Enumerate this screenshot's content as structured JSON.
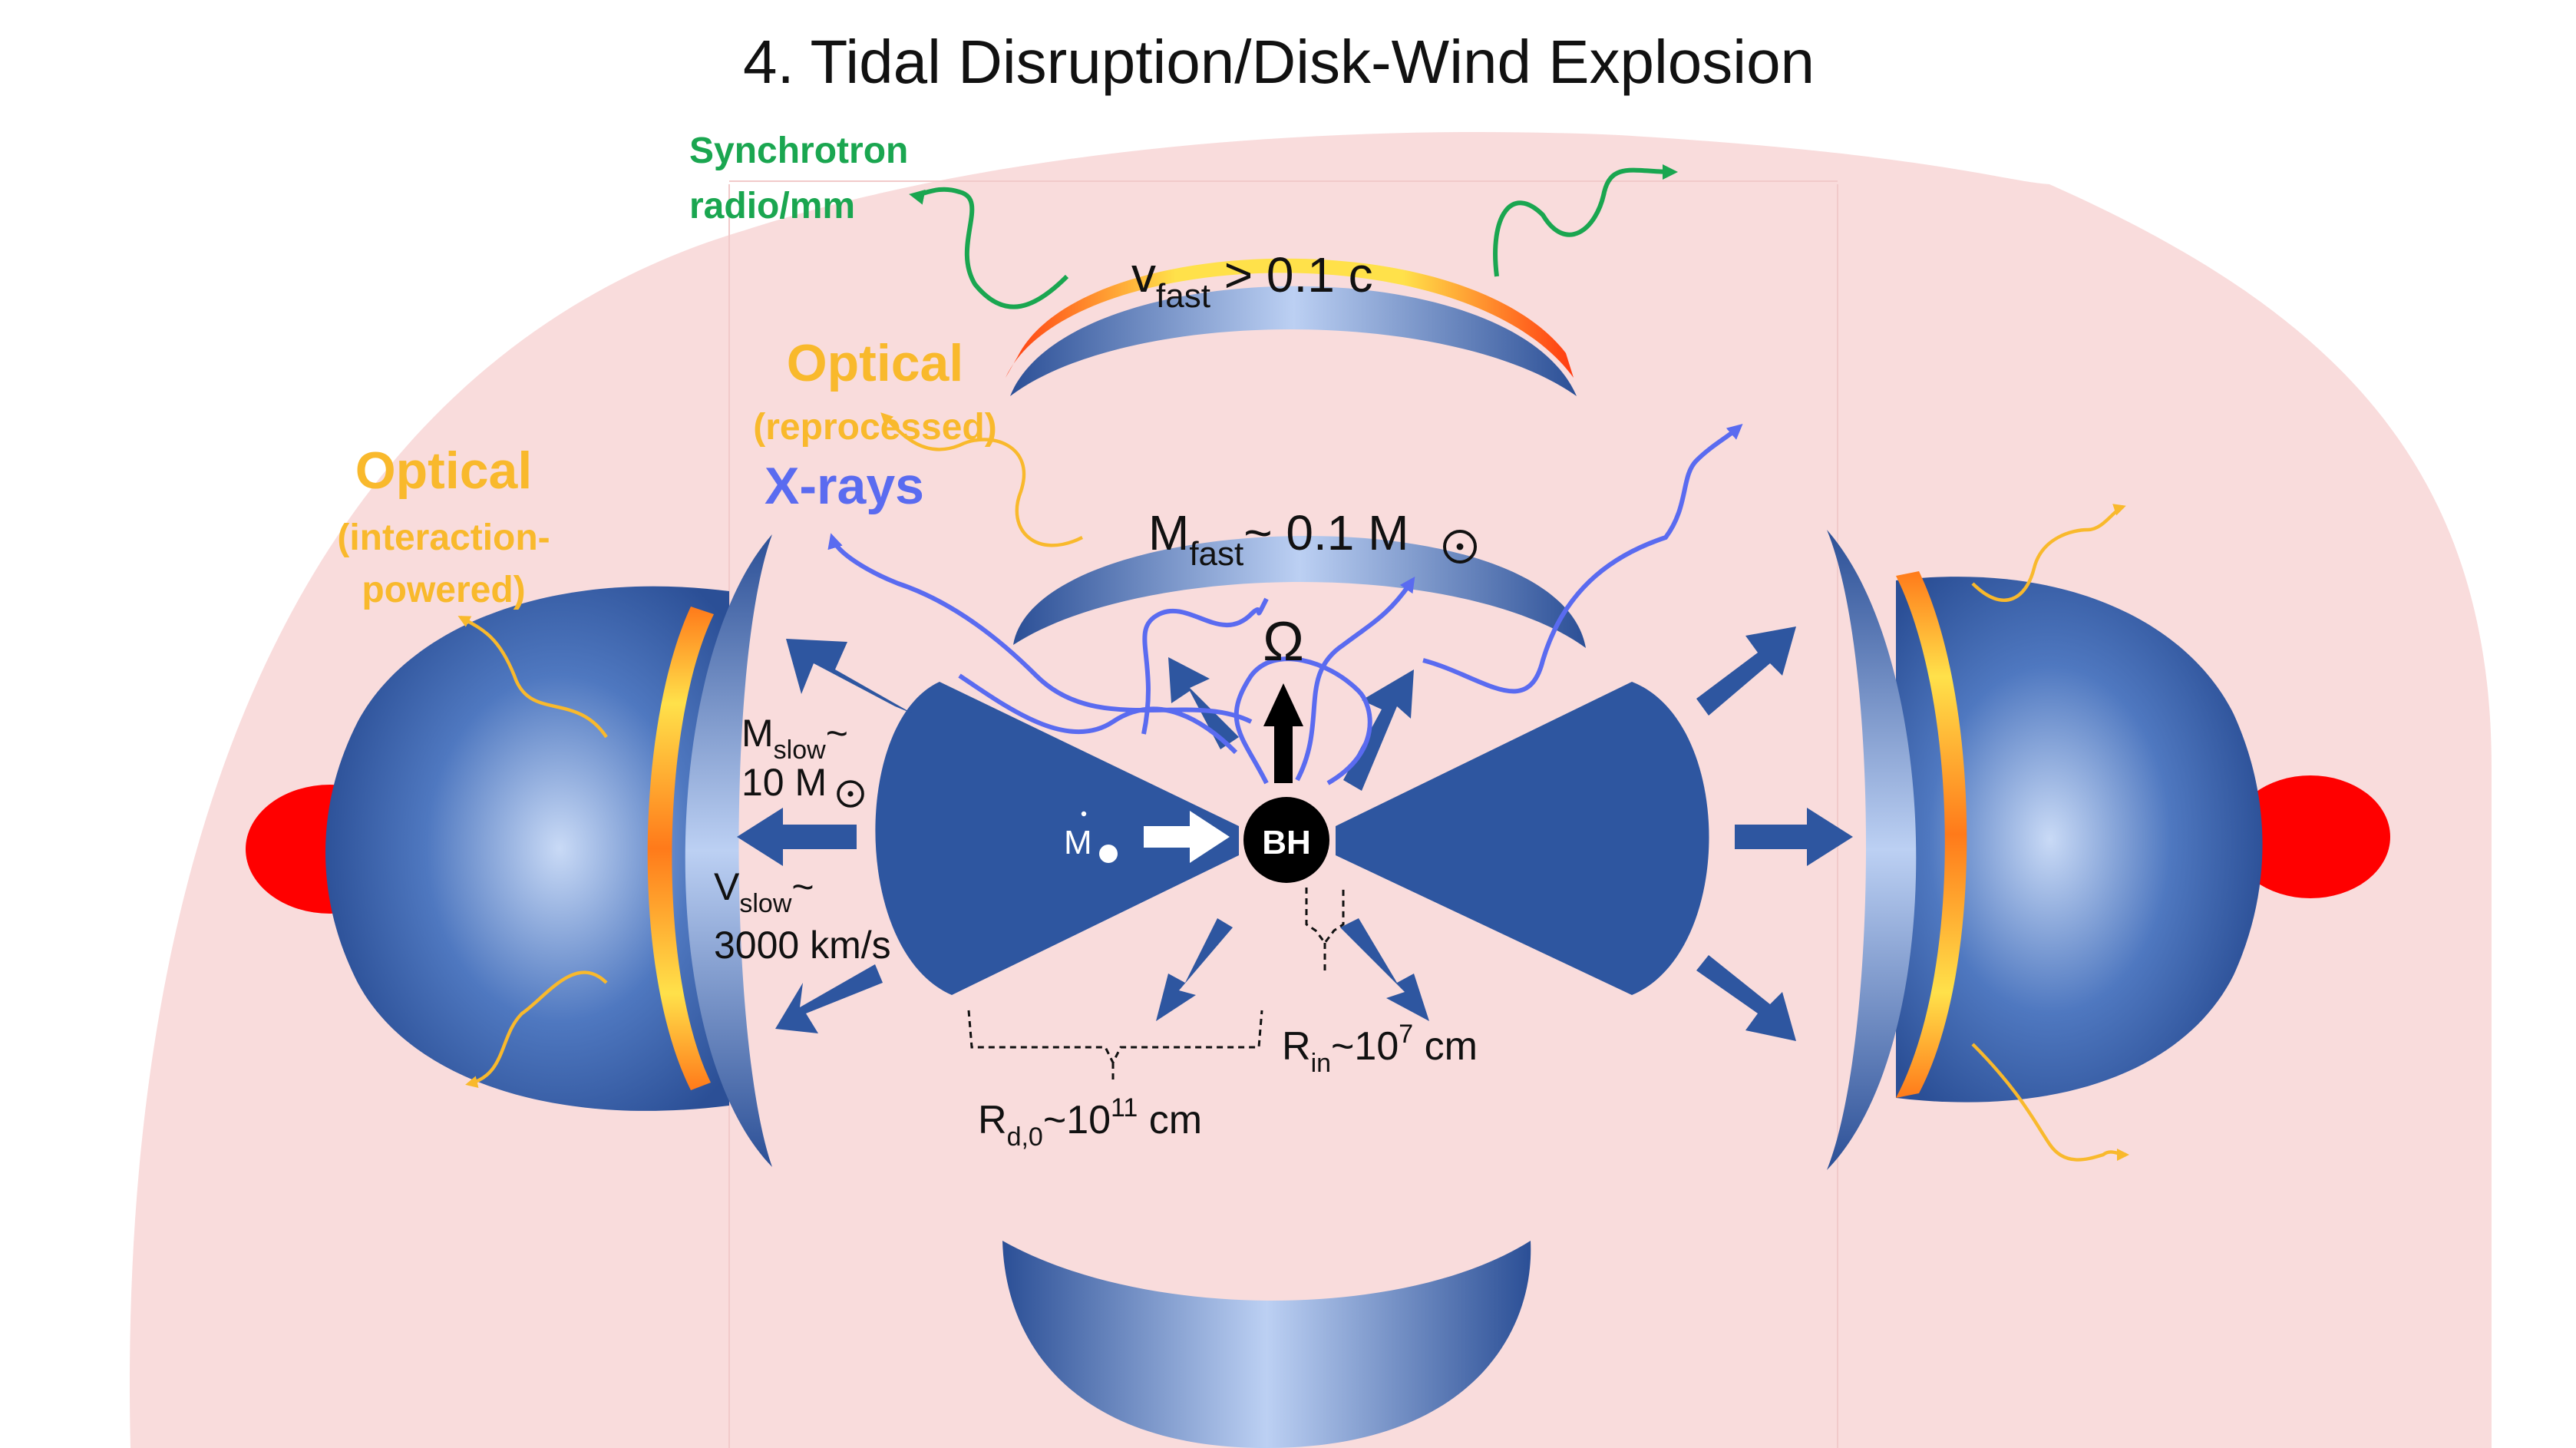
{
  "title": "4. Tidal Disruption/Disk-Wind Explosion",
  "labels": {
    "synchrotron_1": "Synchrotron",
    "synchrotron_2": "radio/mm",
    "optical_reprocessed_1": "Optical",
    "optical_reprocessed_2": "(reprocessed)",
    "xrays": "X-rays",
    "optical_interaction_1": "Optical",
    "optical_interaction_2": "(interaction-",
    "optical_interaction_3": "powered)",
    "v_fast_main": "v",
    "v_fast_sub": "fast",
    "v_fast_rest": " > 0.1 c",
    "m_fast_main": "M",
    "m_fast_sub": "fast",
    "m_fast_rest": "~ 0.1 M",
    "omega": "Ω",
    "bh": "BH",
    "mdot": "M",
    "m_slow_main": "M",
    "m_slow_sub": "slow",
    "m_slow_rest": "~",
    "m_slow_line2": "10 M",
    "v_slow_main": "V",
    "v_slow_sub": "slow",
    "v_slow_rest": "~",
    "v_slow_line2": "3000 km/s",
    "r_in_main": "R",
    "r_in_sub": "in",
    "r_in_mid": "~10",
    "r_in_sup": "7",
    "r_in_unit": " cm",
    "r_d_main": "R",
    "r_d_sub": "d,0",
    "r_d_mid": "~10",
    "r_d_sup": "11",
    "r_d_unit": " cm"
  },
  "colors": {
    "background_glow": "#f9dcdc",
    "shell_blue": "#2e56a0",
    "shell_light": "#c9daf6",
    "hot_red": "#ff0000",
    "rim_yellow": "#ffe14a",
    "rim_orange": "#ff7a1a",
    "optical": "#f9b92c",
    "radio": "#1aa650",
    "xray": "#5a6bf0",
    "arrow": "#2e56a0"
  },
  "icons": [
    "black-hole-icon",
    "rotation-arrow-icon",
    "accretion-arrow-icon"
  ]
}
